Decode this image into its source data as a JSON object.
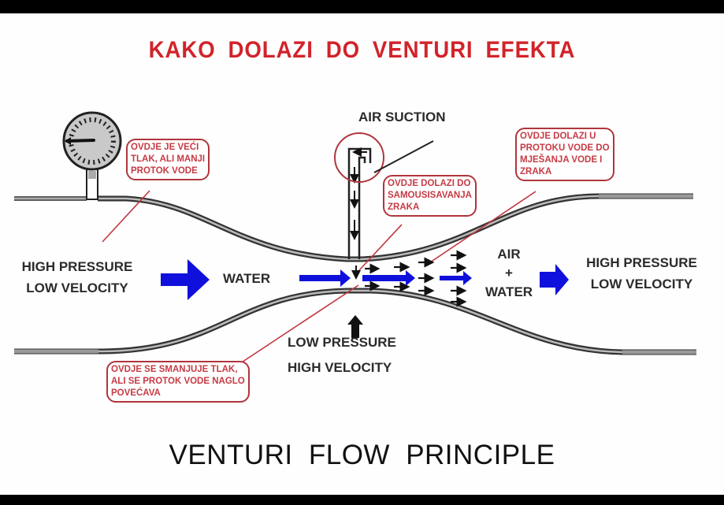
{
  "diagram": {
    "title": "KAKO DOLAZI DO VENTURI EFEKTA",
    "caption": "VENTURI FLOW PRINCIPLE",
    "colors": {
      "title": "#d2232a",
      "annotation": "#c63a44",
      "flow_arrow": "#1010dd",
      "pipe": "#333333"
    },
    "components": {
      "pressure_gauge": "pressure-gauge-icon",
      "air_suction_tube": "air-suction-tube"
    },
    "labels": {
      "inlet": {
        "line1": "HIGH PRESSURE",
        "line2": "LOW VELOCITY"
      },
      "water": "WATER",
      "air_suction": "AIR SUCTION",
      "throat": {
        "line1": "LOW PRESSURE",
        "line2": "HIGH VELOCITY"
      },
      "mixture": {
        "line1": "AIR",
        "line2": "+",
        "line3": "WATER"
      },
      "outlet": {
        "line1": "HIGH PRESSURE",
        "line2": "LOW VELOCITY"
      }
    },
    "annotations": [
      {
        "id": "inlet-note",
        "text": "OVDJE JE VEĆI\nTLAK, ALI MANJI\nPROTOK VODE"
      },
      {
        "id": "suction-note",
        "text": "OVDJE DOLAZI DO\nSAMOUSISAVANJA\nZRAKA"
      },
      {
        "id": "mixing-note",
        "text": "OVDJE DOLAZI U\nPROTOKU VODE DO\nMJEŠANJA VODE I\nZRAKA"
      },
      {
        "id": "throat-note",
        "text": "OVDJE SE SMANJUJE TLAK,\nALI SE PROTOK VODE NAGLO\nPOVEĆAVA"
      }
    ]
  }
}
